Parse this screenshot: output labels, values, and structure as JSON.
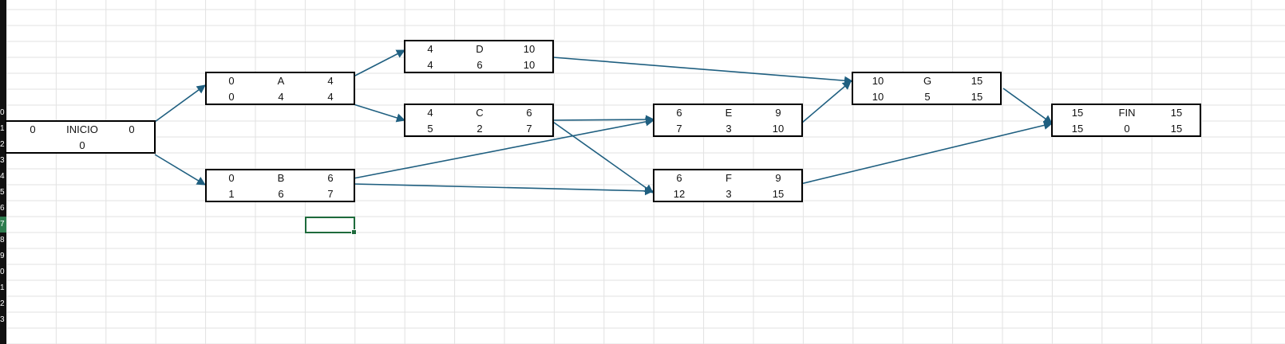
{
  "row_headers": [
    "0",
    "1",
    "2",
    "3",
    "4",
    "5",
    "6",
    "7",
    "8",
    "9",
    "0",
    "1",
    "2",
    "3"
  ],
  "selected_row": "7",
  "nodes": {
    "inicio": {
      "name": "INICIO",
      "es": "0",
      "ef": "0",
      "slack": "0"
    },
    "a": {
      "name": "A",
      "es": "0",
      "ef": "4",
      "ls": "0",
      "dur": "4",
      "lf": "4"
    },
    "b": {
      "name": "B",
      "es": "0",
      "ef": "6",
      "ls": "1",
      "dur": "6",
      "lf": "7"
    },
    "d": {
      "name": "D",
      "es": "4",
      "ef": "10",
      "ls": "4",
      "dur": "6",
      "lf": "10"
    },
    "c": {
      "name": "C",
      "es": "4",
      "ef": "6",
      "ls": "5",
      "dur": "2",
      "lf": "7"
    },
    "e": {
      "name": "E",
      "es": "6",
      "ef": "9",
      "ls": "7",
      "dur": "3",
      "lf": "10"
    },
    "f": {
      "name": "F",
      "es": "6",
      "ef": "9",
      "ls": "12",
      "dur": "3",
      "lf": "15"
    },
    "g": {
      "name": "G",
      "es": "10",
      "ef": "15",
      "ls": "10",
      "dur": "5",
      "lf": "15"
    },
    "fin": {
      "name": "FIN",
      "es": "15",
      "ef": "15",
      "ls": "15",
      "dur": "0",
      "lf": "15"
    }
  },
  "colors": {
    "arrow": "#1f5f80",
    "gridline": "#e2e2e2",
    "node_border": "#000000",
    "selection": "#1e6b3c"
  }
}
